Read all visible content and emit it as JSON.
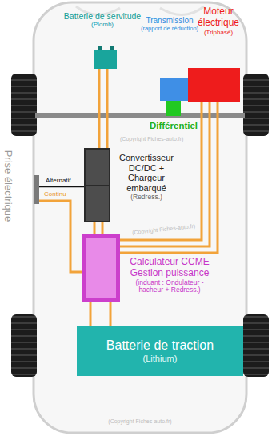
{
  "diagram": {
    "nodes": [
      {
        "text": [
          "Batterie de servitude",
          "(Plomb)"
        ]
      },
      {
        "text": [
          "Transmission",
          "(rapport de réduction)"
        ]
      },
      {
        "text": [
          "Moteur électrique",
          "(Triphasé)"
        ]
      },
      {
        "text": [
          "Différentiel"
        ]
      },
      {
        "text": [
          "Convertisseur DC/DC + Chargeur embarqué",
          "(Redress.)"
        ]
      },
      {
        "text": [
          "Calculateur CCME Gestion puissance",
          "(induant : Ondulateur - hacheur + Redress.)"
        ]
      },
      {
        "text": [
          "Batterie de traction",
          "(Lithium)"
        ]
      }
    ],
    "edges": [
      {
        "from": 0,
        "to": 4,
        "arrow": "none"
      },
      {
        "from": 0,
        "to": 4,
        "arrow": "none"
      },
      {
        "from": 4,
        "to": 5,
        "arrow": "none"
      },
      {
        "from": 4,
        "to": 5,
        "arrow": "none"
      },
      {
        "from": 5,
        "to": 6,
        "arrow": "none"
      },
      {
        "from": 5,
        "to": 6,
        "arrow": "none"
      },
      {
        "from": 5,
        "to": 2,
        "arrow": "none"
      },
      {
        "from": 5,
        "to": 2,
        "arrow": "none"
      },
      {
        "from": 5,
        "to": 2,
        "arrow": "none"
      }
    ],
    "labels": [
      "Prise électrique",
      "Alternatif",
      "Continu",
      "(Copyright Fiches-auto.fr)",
      "(Copyright Fiches-auto.fr)",
      "(Copyright Fiches-auto.fr)"
    ]
  }
}
